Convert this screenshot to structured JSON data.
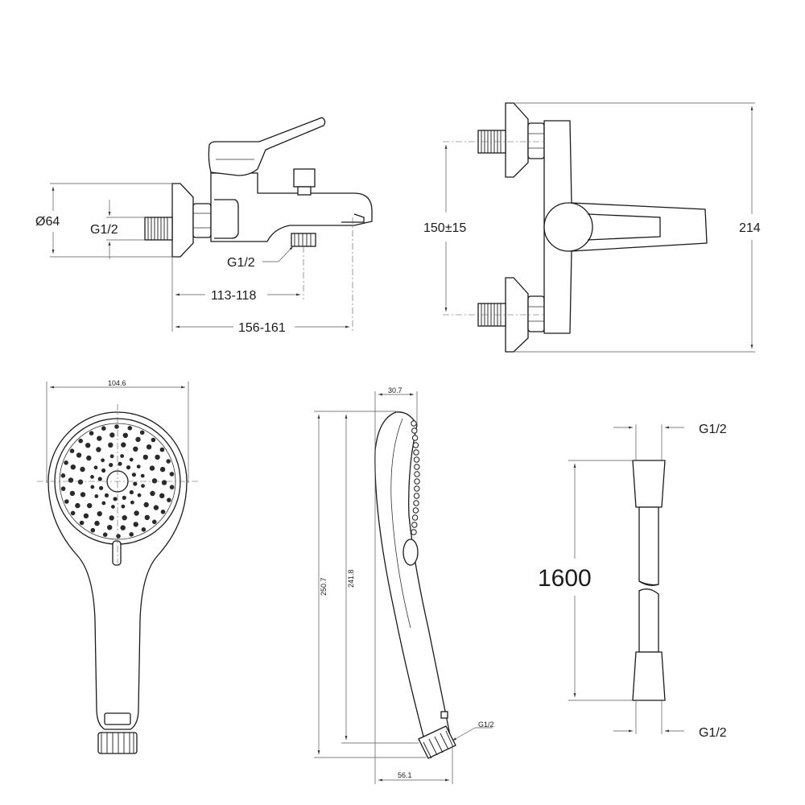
{
  "mixer_front": {
    "dia_label": "Ø64",
    "inlet_thread": "G1/2",
    "outlet_thread": "G1/2",
    "depth_short": "113-118",
    "depth_long": "156-161"
  },
  "mixer_top": {
    "centers": "150±15",
    "height": "214"
  },
  "shower_front": {
    "width": "104.6"
  },
  "shower_side": {
    "top_width": "30.7",
    "total_length": "250.7",
    "length_inner": "241.8",
    "thread": "G1/2",
    "bottom_width": "56.1"
  },
  "hose": {
    "top_thread": "G1/2",
    "length": "1600",
    "bottom_thread": "G1/2"
  }
}
